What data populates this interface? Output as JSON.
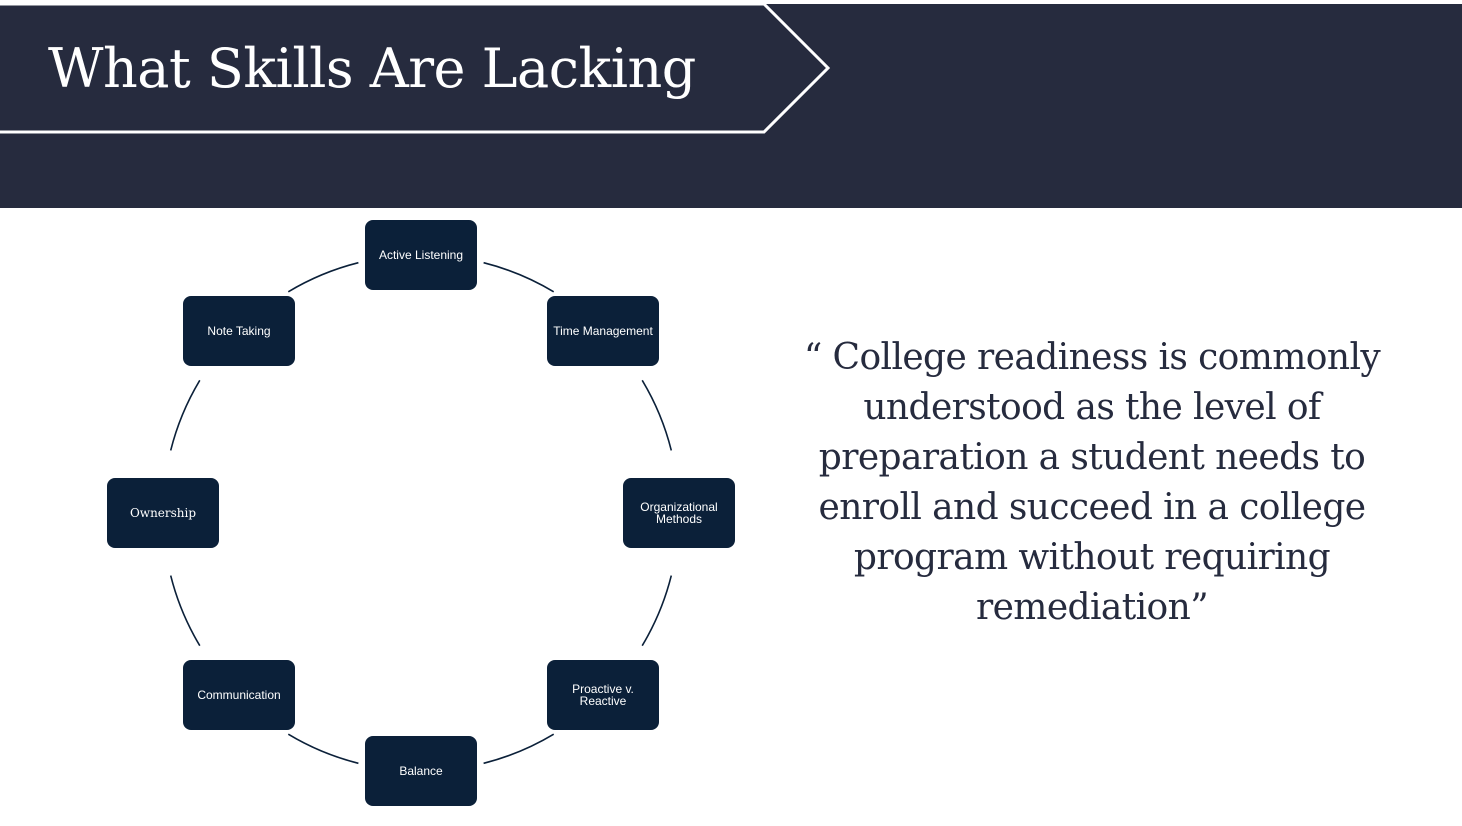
{
  "slide": {
    "title": "What Skills Are Lacking",
    "quote": "“ College readiness is commonly understood as the level of preparation a student needs to enroll and succeed in a college program without requiring remediation”"
  },
  "colors": {
    "header_band": "#262b3e",
    "node_fill": "#0b2039",
    "ring_stroke": "#0b2039",
    "quote_text": "#262b3e"
  },
  "cycle": {
    "nodes": [
      {
        "id": "active-listening",
        "label": "Active Listening"
      },
      {
        "id": "time-management",
        "label": "Time Management"
      },
      {
        "id": "organizational-methods",
        "label": "Organizational Methods"
      },
      {
        "id": "proactive-reactive",
        "label": "Proactive v. Reactive"
      },
      {
        "id": "balance",
        "label": "Balance"
      },
      {
        "id": "communication",
        "label": "Communication"
      },
      {
        "id": "ownership",
        "label": "Ownership"
      },
      {
        "id": "note-taking",
        "label": "Note Taking"
      }
    ]
  }
}
